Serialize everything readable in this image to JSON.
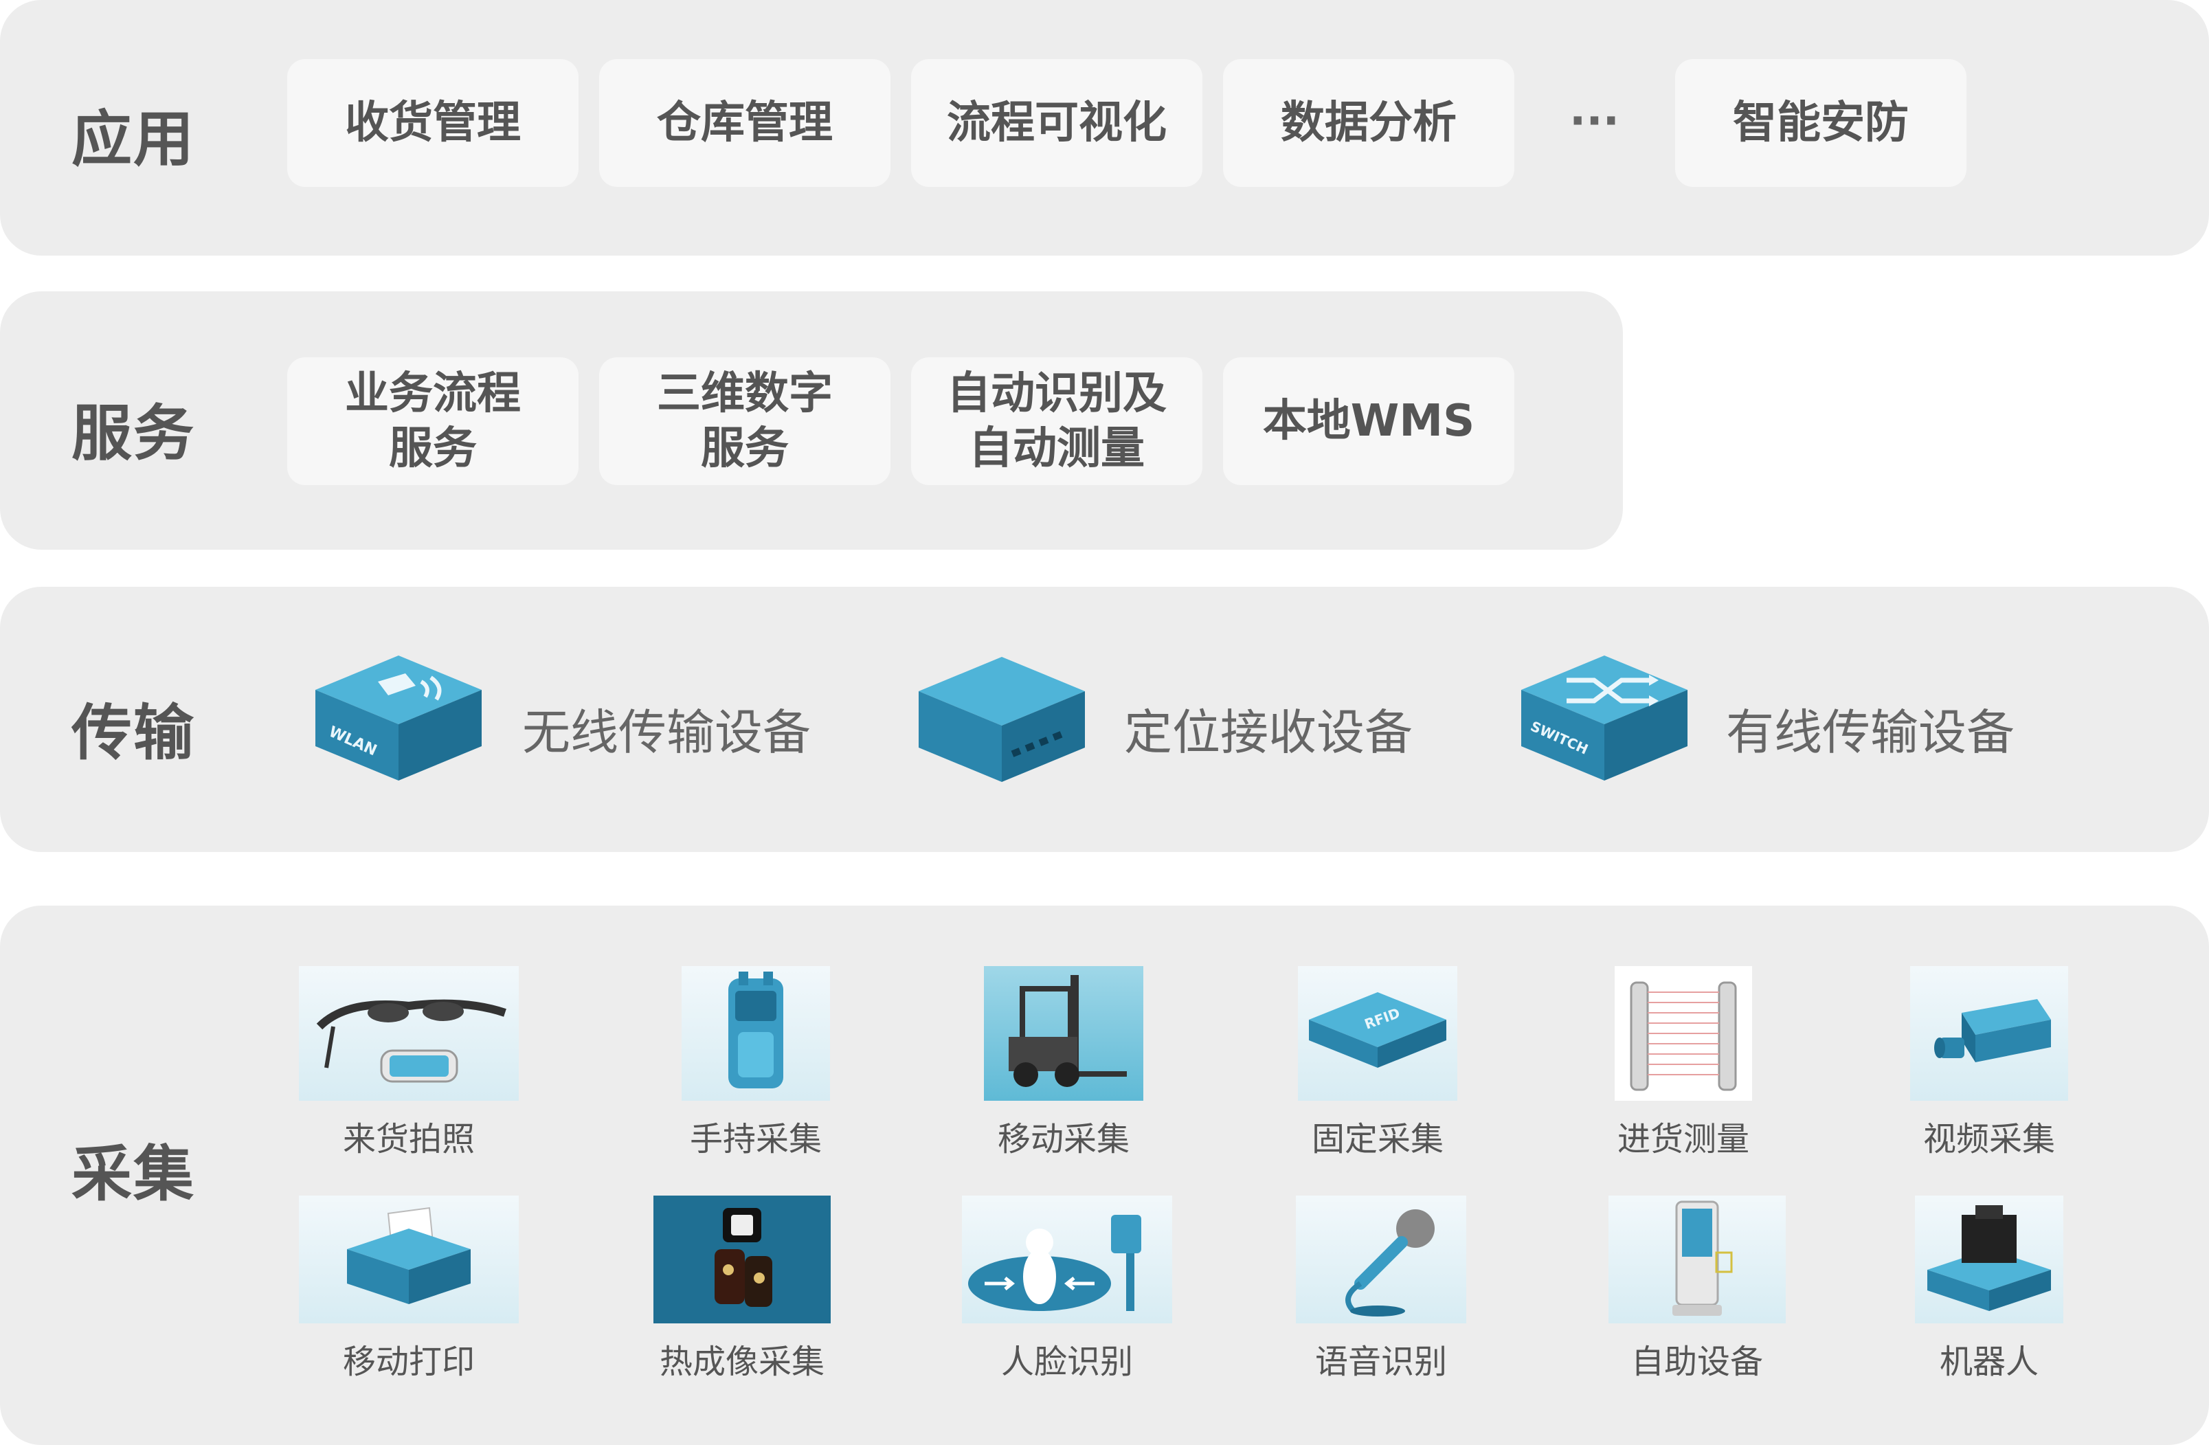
{
  "layers": {
    "application": {
      "title": "应用",
      "items": [
        "收货管理",
        "仓库管理",
        "流程可视化",
        "数据分析",
        "智能安防"
      ],
      "ellipsis": "···"
    },
    "service": {
      "title": "服务",
      "items": [
        {
          "line1": "业务流程",
          "line2": "服务"
        },
        {
          "line1": "三维数字",
          "line2": "服务"
        },
        {
          "line1": "自动识别及",
          "line2": "自动测量"
        },
        {
          "line1": "本地WMS",
          "line2": ""
        }
      ]
    },
    "transmission": {
      "title": "传输",
      "devices": [
        {
          "label": "无线传输设备",
          "icon": "wlan-box-icon",
          "icon_text": "WLAN"
        },
        {
          "label": "定位接收设备",
          "icon": "receiver-box-icon"
        },
        {
          "label": "有线传输设备",
          "icon": "switch-box-icon",
          "icon_text": "SWITCH"
        }
      ]
    },
    "collection": {
      "title": "采集",
      "items": [
        {
          "label": "来货拍照",
          "icon": "smart-glasses-icon"
        },
        {
          "label": "手持采集",
          "icon": "handheld-terminal-icon"
        },
        {
          "label": "移动采集",
          "icon": "forklift-icon"
        },
        {
          "label": "固定采集",
          "icon": "rfid-reader-icon",
          "icon_text": "RFID"
        },
        {
          "label": "进货测量",
          "icon": "light-curtain-icon"
        },
        {
          "label": "视频采集",
          "icon": "camera-icon"
        },
        {
          "label": "移动打印",
          "icon": "printer-icon"
        },
        {
          "label": "热成像采集",
          "icon": "thermal-imaging-icon"
        },
        {
          "label": "人脸识别",
          "icon": "face-recognition-icon"
        },
        {
          "label": "语音识别",
          "icon": "microphone-icon"
        },
        {
          "label": "自助设备",
          "icon": "kiosk-icon"
        },
        {
          "label": "机器人",
          "icon": "robot-icon"
        }
      ]
    }
  },
  "colors": {
    "panel": "#ededed",
    "chip": "#f7f7f7",
    "device_blue": "#3a9cc4",
    "device_blue_dark": "#1f6f93",
    "title_text": "#555555"
  }
}
